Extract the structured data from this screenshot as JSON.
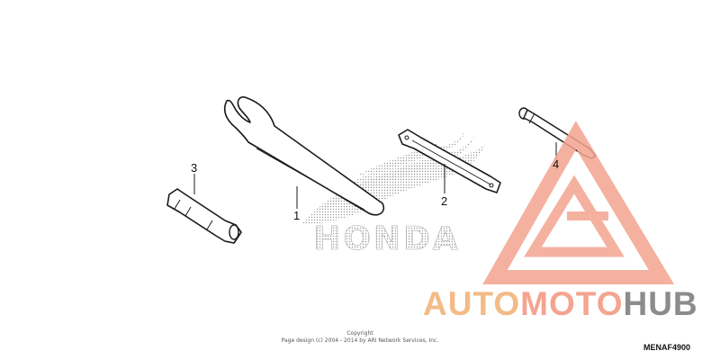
{
  "callouts": [
    {
      "number": "1"
    },
    {
      "number": "2"
    },
    {
      "number": "3"
    },
    {
      "number": "4"
    }
  ],
  "brand_mark": {
    "text": "HONDA"
  },
  "copyright": {
    "line1": "Copyright",
    "line2": "Page design (c) 2004 - 2014 by ARI Network Services, Inc."
  },
  "part_code": "MENAF4900",
  "watermark": {
    "parts": [
      "AUTO",
      "MOTO",
      "HUB"
    ],
    "colors": {
      "auto": "#f3bb86",
      "moto": "#f4a490",
      "hub": "#8c8c8c",
      "triangle": "#f4a490"
    }
  }
}
